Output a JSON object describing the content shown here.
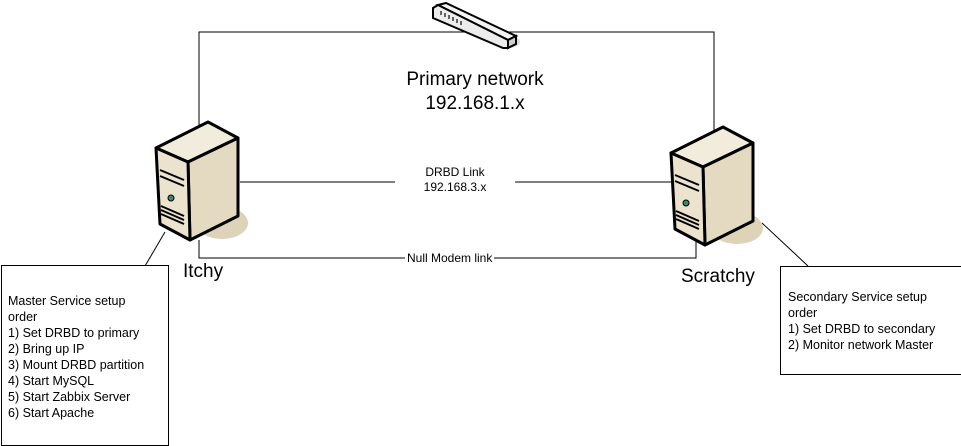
{
  "diagram": {
    "network": {
      "title": "Primary network",
      "subnet": "192.168.1.x",
      "device_icon": "network-switch-icon"
    },
    "links": {
      "drbd_title": "DRBD Link",
      "drbd_subnet": "192.168.3.x",
      "null_modem": "Null Modem link"
    },
    "hosts": [
      {
        "name": "Itchy",
        "icon": "server-tower-icon"
      },
      {
        "name": "Scratchy",
        "icon": "server-tower-icon"
      }
    ],
    "notes": {
      "master": {
        "title_line1": "Master Service setup",
        "title_line2": "order",
        "steps": [
          "1) Set DRBD to primary",
          "2) Bring up IP",
          "3) Mount DRBD partition",
          "4) Start MySQL",
          "5) Start Zabbix Server",
          "6) Start Apache"
        ]
      },
      "secondary": {
        "title_line1": "Secondary Service setup",
        "title_line2": "order",
        "steps": [
          "1) Set DRBD to secondary",
          "2) Monitor network Master"
        ]
      }
    },
    "colors": {
      "server_face": "#e9dfca",
      "server_side": "#d8ccaf",
      "server_shadow": "#ddd3b8",
      "led": "#3a8a6a"
    }
  }
}
